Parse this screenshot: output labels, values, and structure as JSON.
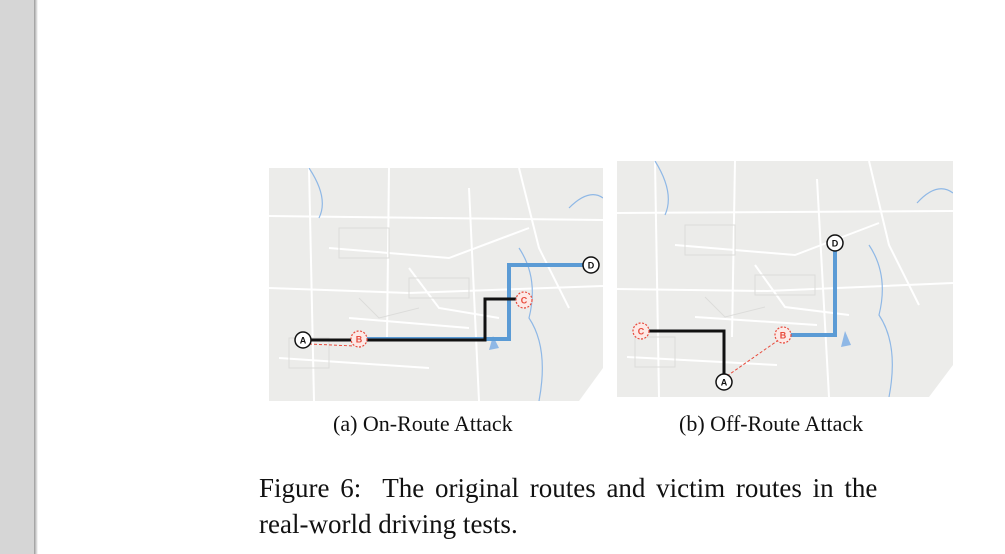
{
  "figure": {
    "subfigures": [
      {
        "caption": "(a) On-Route Attack",
        "markers": {
          "start": "A",
          "attack": "B",
          "victim_turn": "C",
          "destination": "D"
        }
      },
      {
        "caption": "(b) Off-Route Attack",
        "markers": {
          "start": "A",
          "attack": "B",
          "victim_turn": "C",
          "destination": "D"
        }
      }
    ],
    "caption_line1": "Figure 6:  The original routes and victim routes in the",
    "caption_line2": "real-world driving tests."
  },
  "colors": {
    "map_background": "#ececea",
    "map_roads": "#ffffff",
    "water": "#8fb8e6",
    "original_route": "#5b9bd5",
    "victim_route": "#111111",
    "attack_marker": "#e84a3c"
  }
}
